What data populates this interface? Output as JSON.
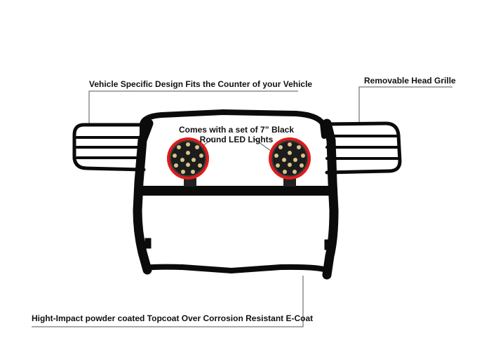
{
  "callouts": {
    "vehicle_specific": "Vehicle Specific Design Fits the Counter of your Vehicle",
    "removable_grille": "Removable Head Grille",
    "led_lights_line1": "Comes with a set of 7” Black",
    "led_lights_line2": "Round LED Lights",
    "powder_coat": "Hight-Impact powder coated Topcoat Over Corrosion Resistant E-Coat"
  },
  "colors": {
    "frame": "#0b0b0b",
    "light_housing": "#e01b1b",
    "light_lens": "#151515",
    "led_chip": "#d6c58a",
    "leader_line": "#555555"
  },
  "icons": {
    "grille_guard": "grille-guard-illustration",
    "led_light": "round-led-light-icon"
  }
}
